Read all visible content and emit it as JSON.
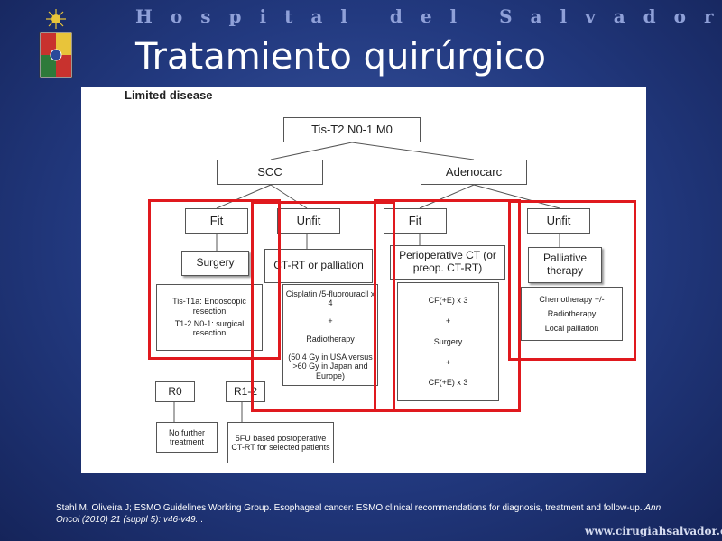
{
  "header": {
    "institution": "Hospital del Salvador",
    "title": "Tratamiento quirúrgico",
    "logo": "university-coat-of-arms"
  },
  "diagram": {
    "heading": "Limited disease",
    "root": "Tis-T2 N0-1 M0",
    "scc": "SCC",
    "adeno": "Adenocarc",
    "scc_fit": "Fit",
    "scc_unfit": "Unfit",
    "adeno_fit": "Fit",
    "adeno_unfit": "Unfit",
    "surgery": "Surgery",
    "ctrt": "CT-RT or palliation",
    "periop": "Perioperative CT (or preop. CT-RT)",
    "palliative": "Palliative therapy",
    "surgery_detail": [
      "Tis-T1a: Endoscopic resection",
      "T1-2 N0-1: surgical resection"
    ],
    "ctrt_detail": [
      "Cisplatin /5-fluorouracil x 4",
      "+",
      "Radiotherapy",
      "(50.4 Gy in USA versus >60 Gy in Japan  and Europe)"
    ],
    "periop_detail": [
      "CF(+E) x 3",
      "+",
      "Surgery",
      "+",
      "CF(+E) x 3"
    ],
    "palliative_detail": [
      "Chemotherapy +/-",
      "Radiotherapy",
      "Local palliation"
    ],
    "r0": "R0",
    "r12": "R1-2",
    "no_further": "No further treatment",
    "fu_based": "5FU based postoperative CT-RT for selected patients",
    "highlight_color": "#e0191e"
  },
  "footer": {
    "reference_plain": "Stahl M, Oliveira J; ESMO Guidelines  Working Group.  Esophageal cancer: ESMO clinical recommendations for diagnosis, treatment and follow-up.",
    "reference_italic": "Ann Oncol (2010) 21 (suppl 5): v46-v49.",
    "reference_tail": " .",
    "url": "www.cirugiahsalvador.cl"
  }
}
